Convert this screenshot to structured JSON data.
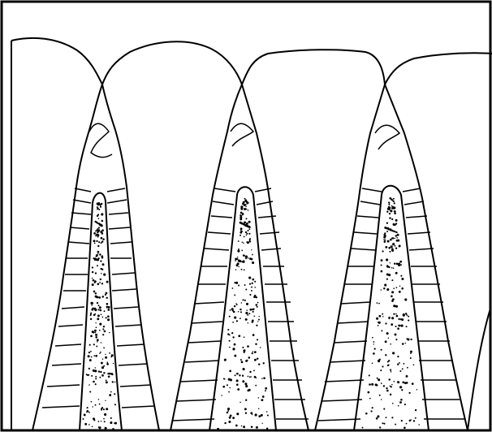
{
  "diagram": {
    "subject": "interdental-septa-cross-section",
    "style": "black-and-white line illustration",
    "parts": {
      "teeth": [
        "tooth-1",
        "tooth-2",
        "tooth-3",
        "tooth-4"
      ],
      "septa": [
        "septum-1",
        "septum-2",
        "septum-3"
      ]
    },
    "colors": {
      "line": "#000000",
      "background": "#ffffff"
    },
    "labels": []
  }
}
